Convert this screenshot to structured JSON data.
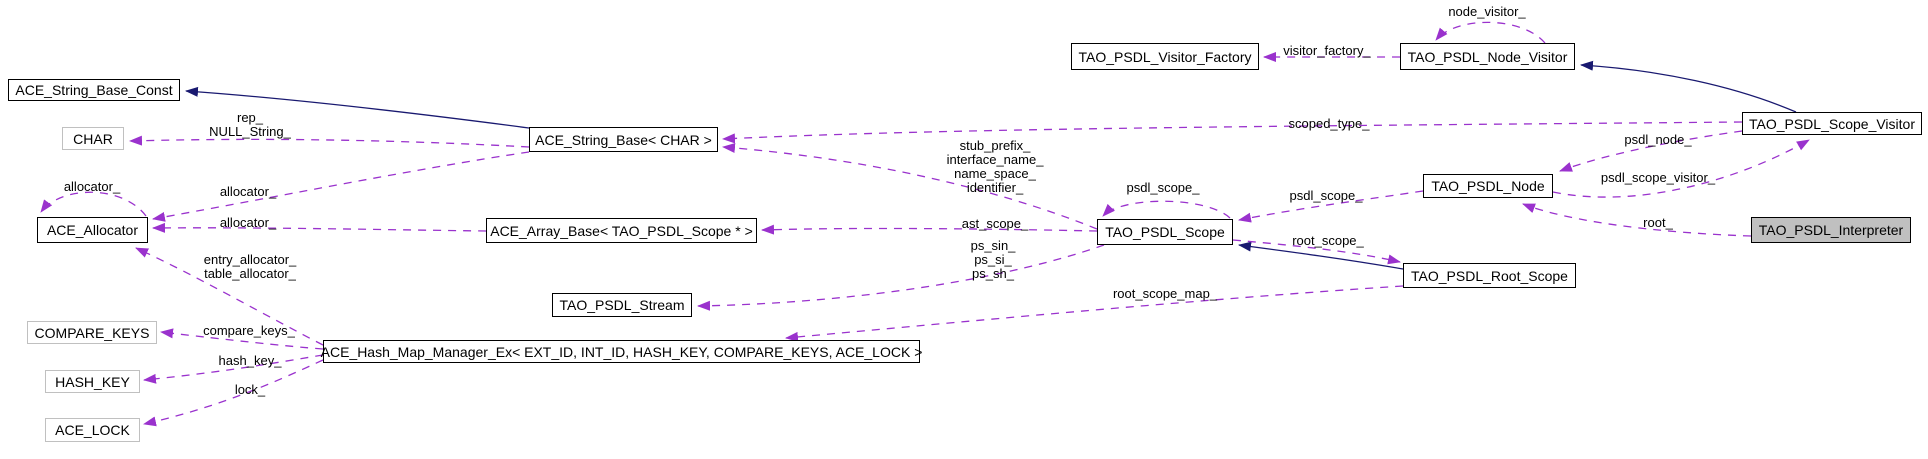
{
  "nodes": {
    "ace_string_base_const": "ACE_String_Base_Const",
    "char": "CHAR",
    "ace_allocator": "ACE_Allocator",
    "compare_keys": "COMPARE_KEYS",
    "hash_key": "HASH_KEY",
    "ace_lock": "ACE_LOCK",
    "ace_string_base_char": "ACE_String_Base< CHAR >",
    "ace_array_base": "ACE_Array_Base< TAO_PSDL_Scope * >",
    "tao_psdl_stream": "TAO_PSDL_Stream",
    "ace_hash_map_manager_ex": "ACE_Hash_Map_Manager_Ex< EXT_ID, INT_ID, HASH_KEY, COMPARE_KEYS, ACE_LOCK >",
    "tao_psdl_visitor_factory": "TAO_PSDL_Visitor_Factory",
    "tao_psdl_node_visitor": "TAO_PSDL_Node_Visitor",
    "tao_psdl_scope_visitor": "TAO_PSDL_Scope_Visitor",
    "tao_psdl_node": "TAO_PSDL_Node",
    "tao_psdl_scope": "TAO_PSDL_Scope",
    "tao_psdl_root_scope": "TAO_PSDL_Root_Scope",
    "tao_psdl_interpreter": "TAO_PSDL_Interpreter"
  },
  "edge_labels": {
    "rep": "rep_",
    "null_string": "NULL_String_",
    "allocator_self": "allocator_",
    "allocator_string": "allocator_",
    "allocator_array": "allocator_",
    "entry_allocator": "entry_allocator_",
    "table_allocator": "table_allocator_",
    "compare_keys": "compare_keys_",
    "hash_key": "hash_key_",
    "lock": "lock_",
    "stub_prefix": "stub_prefix_",
    "interface_name": "interface_name_",
    "name_space": "name_space_",
    "identifier": "identifier_",
    "ast_scope": "ast_scope_",
    "ps_sin": "ps_sin_",
    "ps_si": "ps_si_",
    "ps_sh": "ps_sh_",
    "psdl_scope_self": "psdl_scope_",
    "psdl_scope": "psdl_scope_",
    "root_scope": "root_scope_",
    "root_scope_map": "root_scope_map_",
    "node_visitor": "node_visitor_",
    "visitor_factory": "visitor_factory_",
    "scoped_type": "scoped_type_",
    "psdl_node": "psdl_node_",
    "psdl_scope_visitor": "psdl_scope_visitor_",
    "root": "root_"
  },
  "colors": {
    "usage_edge": "#9a32cd",
    "inheritance_edge": "#191970",
    "node_border": "#000000",
    "template_node_border": "#c0c0c0",
    "current_node_fill": "#c0c0c0",
    "background": "#ffffff"
  }
}
